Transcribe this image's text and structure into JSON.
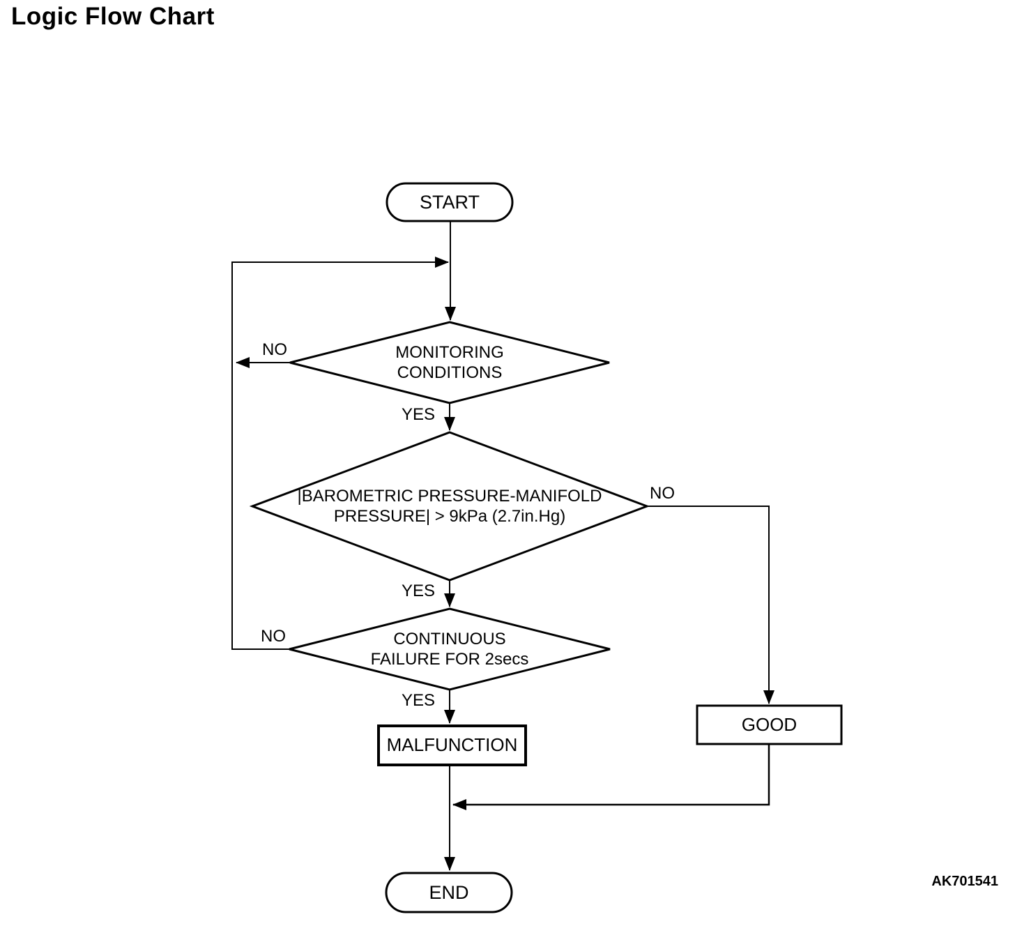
{
  "page": {
    "title": "Logic Flow Chart",
    "figure_code": "AK701541"
  },
  "flowchart": {
    "nodes": {
      "start": {
        "type": "terminator",
        "label": "START"
      },
      "monitoring": {
        "type": "decision",
        "label_lines": [
          "MONITORING",
          "CONDITIONS"
        ]
      },
      "barometric": {
        "type": "decision",
        "label_lines": [
          "|BAROMETRIC PRESSURE-MANIFOLD",
          "PRESSURE| > 9kPa (2.7in.Hg)"
        ]
      },
      "continuous": {
        "type": "decision",
        "label_lines": [
          "CONTINUOUS",
          "FAILURE FOR 2secs"
        ]
      },
      "malfunction": {
        "type": "process",
        "label": "MALFUNCTION"
      },
      "good": {
        "type": "process",
        "label": "GOOD"
      },
      "end": {
        "type": "terminator",
        "label": "END"
      }
    },
    "branch_labels": {
      "monitoring_no": "NO",
      "monitoring_yes": "YES",
      "barometric_no": "NO",
      "barometric_yes": "YES",
      "continuous_no": "NO",
      "continuous_yes": "YES"
    },
    "edges": [
      {
        "from": "start",
        "to": "monitoring",
        "label": ""
      },
      {
        "from": "monitoring",
        "to": "start-loop-junction",
        "label": "NO"
      },
      {
        "from": "monitoring",
        "to": "barometric",
        "label": "YES"
      },
      {
        "from": "barometric",
        "to": "good",
        "label": "NO"
      },
      {
        "from": "barometric",
        "to": "continuous",
        "label": "YES"
      },
      {
        "from": "continuous",
        "to": "start-loop-junction",
        "label": "NO"
      },
      {
        "from": "continuous",
        "to": "malfunction",
        "label": "YES"
      },
      {
        "from": "malfunction",
        "to": "end",
        "label": ""
      },
      {
        "from": "good",
        "to": "end",
        "label": ""
      }
    ]
  }
}
